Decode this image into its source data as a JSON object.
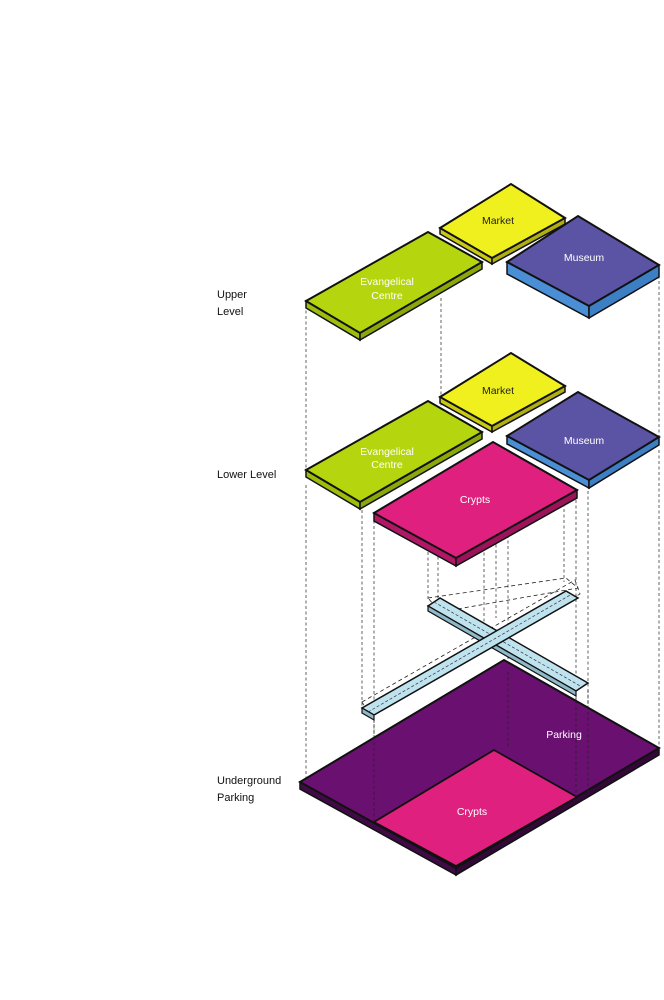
{
  "levels": {
    "upper": [
      "Upper",
      "Level"
    ],
    "lower": [
      "Lower Level"
    ],
    "underground": [
      "Underground",
      "Parking"
    ]
  },
  "upper_level": {
    "market": "Market",
    "museum": "Museum",
    "evangelical": [
      "Evangelical",
      "Centre"
    ]
  },
  "lower_level": {
    "market": "Market",
    "museum": "Museum",
    "evangelical": [
      "Evangelical",
      "Centre"
    ],
    "crypts": "Crypts"
  },
  "underground": {
    "parking": "Parking",
    "crypts": "Crypts"
  },
  "colors": {
    "market": "#f0f01e",
    "museum": "#5b53a3",
    "museum_side": "#4a8fd6",
    "evangelical": "#b5d60e",
    "crypts": "#e0207e",
    "parking": "#6a1070",
    "connector": "#bfe2ef"
  }
}
